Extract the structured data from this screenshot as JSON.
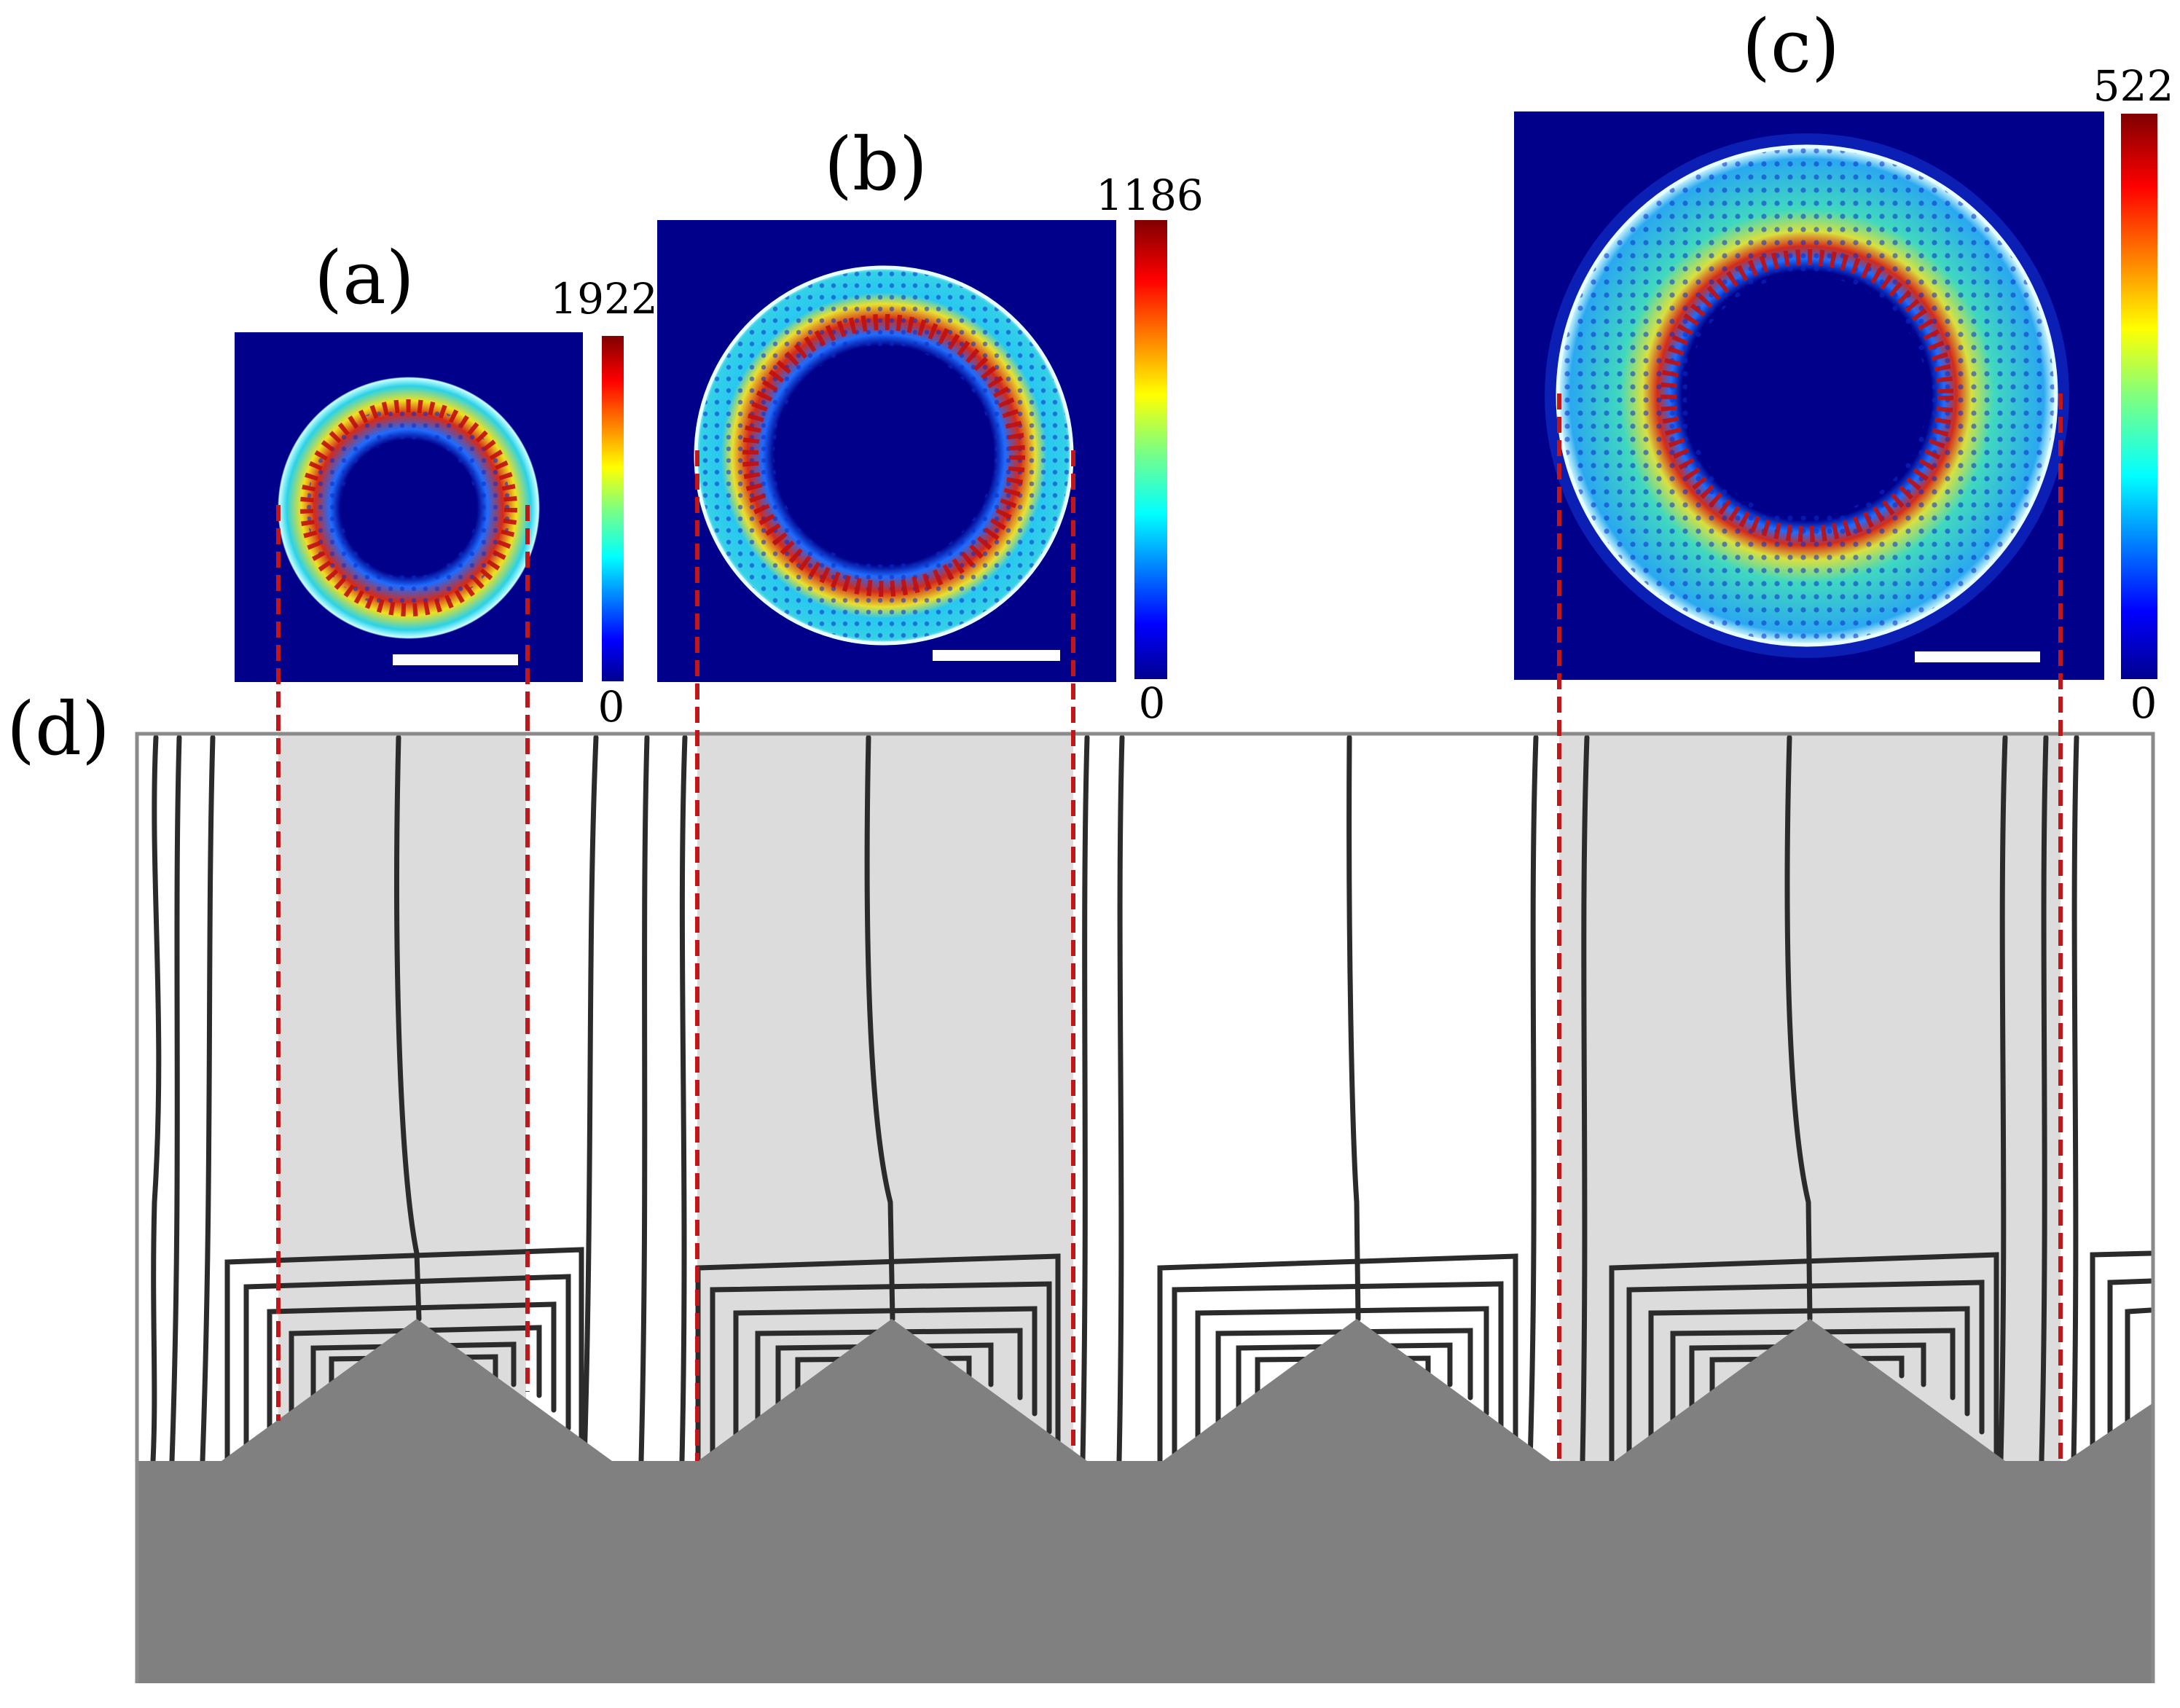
{
  "panels": [
    {
      "label": "(a)",
      "colorbar_max": "1922",
      "colorbar_min": "0"
    },
    {
      "label": "(b)",
      "colorbar_max": "1186",
      "colorbar_min": "0"
    },
    {
      "label": "(c)",
      "colorbar_max": "522",
      "colorbar_min": "0"
    }
  ],
  "section_label": "(d)",
  "colors": {
    "field_background": "#00008b",
    "scale_bar": "#ffffff",
    "guide_lines": "#c0171b",
    "shaded_region": "#dcdcdc",
    "substrate": "#808080",
    "streamlines": "#2b2b2b"
  }
}
